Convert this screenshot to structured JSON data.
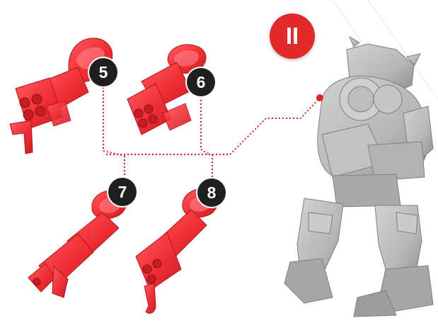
{
  "step": {
    "label": "II"
  },
  "callouts": [
    {
      "number": "5",
      "part": "arm-option-5"
    },
    {
      "number": "6",
      "part": "arm-option-6"
    },
    {
      "number": "7",
      "part": "arm-option-7"
    },
    {
      "number": "8",
      "part": "arm-option-8"
    }
  ],
  "colors": {
    "part_red": "#ef2f35",
    "part_red_dark": "#c81e24",
    "part_red_light": "#ff6b70",
    "model_gray": "#b9b9b9",
    "model_gray_dark": "#8d8d8d",
    "leader_line": "#d61f26",
    "callout_bg": "#1f1f1f",
    "step_badge_bg": "#e12a2a"
  }
}
